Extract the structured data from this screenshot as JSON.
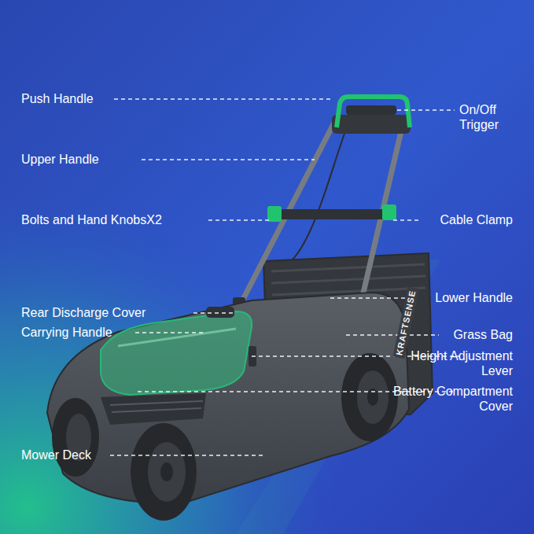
{
  "diagram": {
    "labels": [
      "Push Handle",
      "On/Off Trigger",
      "Upper Handle",
      "Bolts and Hand KnobsX2",
      "Cable Clamp",
      "Rear Discharge Cover",
      "Lower Handle",
      "Carrying Handle",
      "Grass Bag",
      "Height Adjustment Lever",
      "Battery Compartment Cover",
      "Mower Deck",
      "KRAFTSENSE"
    ]
  }
}
